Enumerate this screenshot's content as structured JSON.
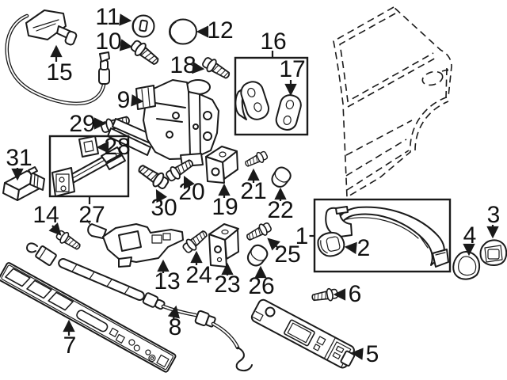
{
  "diagram": {
    "colors": {
      "background": "#ffffff",
      "line": "#1a1a1a"
    },
    "callouts": [
      {
        "label": "1"
      },
      {
        "label": "2"
      },
      {
        "label": "3"
      },
      {
        "label": "4"
      },
      {
        "label": "5"
      },
      {
        "label": "6"
      },
      {
        "label": "7"
      },
      {
        "label": "8"
      },
      {
        "label": "9"
      },
      {
        "label": "10"
      },
      {
        "label": "11"
      },
      {
        "label": "12"
      },
      {
        "label": "13"
      },
      {
        "label": "14"
      },
      {
        "label": "15"
      },
      {
        "label": "16"
      },
      {
        "label": "17"
      },
      {
        "label": "18"
      },
      {
        "label": "19"
      },
      {
        "label": "20"
      },
      {
        "label": "21"
      },
      {
        "label": "22"
      },
      {
        "label": "23"
      },
      {
        "label": "24"
      },
      {
        "label": "25"
      },
      {
        "label": "26"
      },
      {
        "label": "27"
      },
      {
        "label": "28"
      },
      {
        "label": "29"
      },
      {
        "label": "30"
      },
      {
        "label": "31"
      }
    ]
  }
}
